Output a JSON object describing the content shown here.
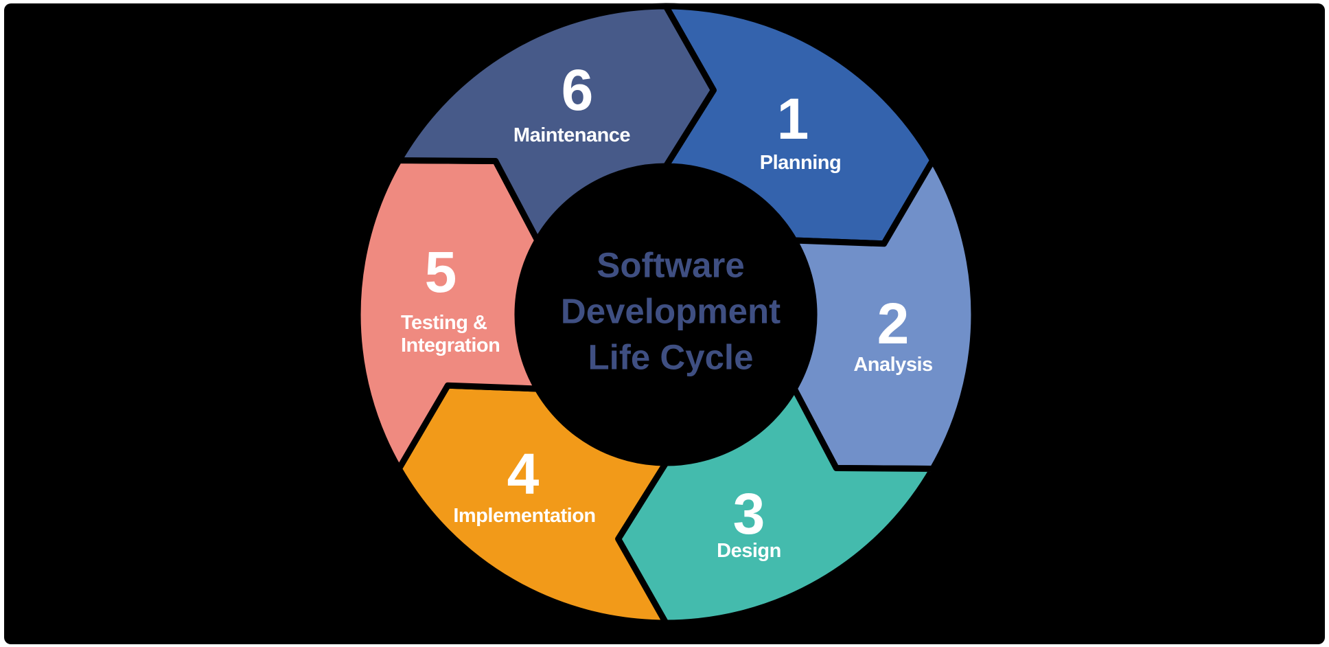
{
  "frame": {
    "border_color": "#ffffff",
    "canvas_color": "#000000"
  },
  "title": {
    "lines": [
      "Software",
      "Development",
      "Life Cycle"
    ],
    "color": "#3f4f82"
  },
  "text_color": "#ffffff",
  "segments": [
    {
      "number": "1",
      "label_lines": [
        "Planning"
      ],
      "color": "#3463ad"
    },
    {
      "number": "2",
      "label_lines": [
        "Analysis"
      ],
      "color": "#7190c9"
    },
    {
      "number": "3",
      "label_lines": [
        "Design"
      ],
      "color": "#44bbad"
    },
    {
      "number": "4",
      "label_lines": [
        "Implementation"
      ],
      "color": "#f29a19"
    },
    {
      "number": "5",
      "label_lines": [
        "Testing &",
        "Integration"
      ],
      "color": "#ef8a80"
    },
    {
      "number": "6",
      "label_lines": [
        "Maintenance"
      ],
      "color": "#475a89"
    }
  ]
}
